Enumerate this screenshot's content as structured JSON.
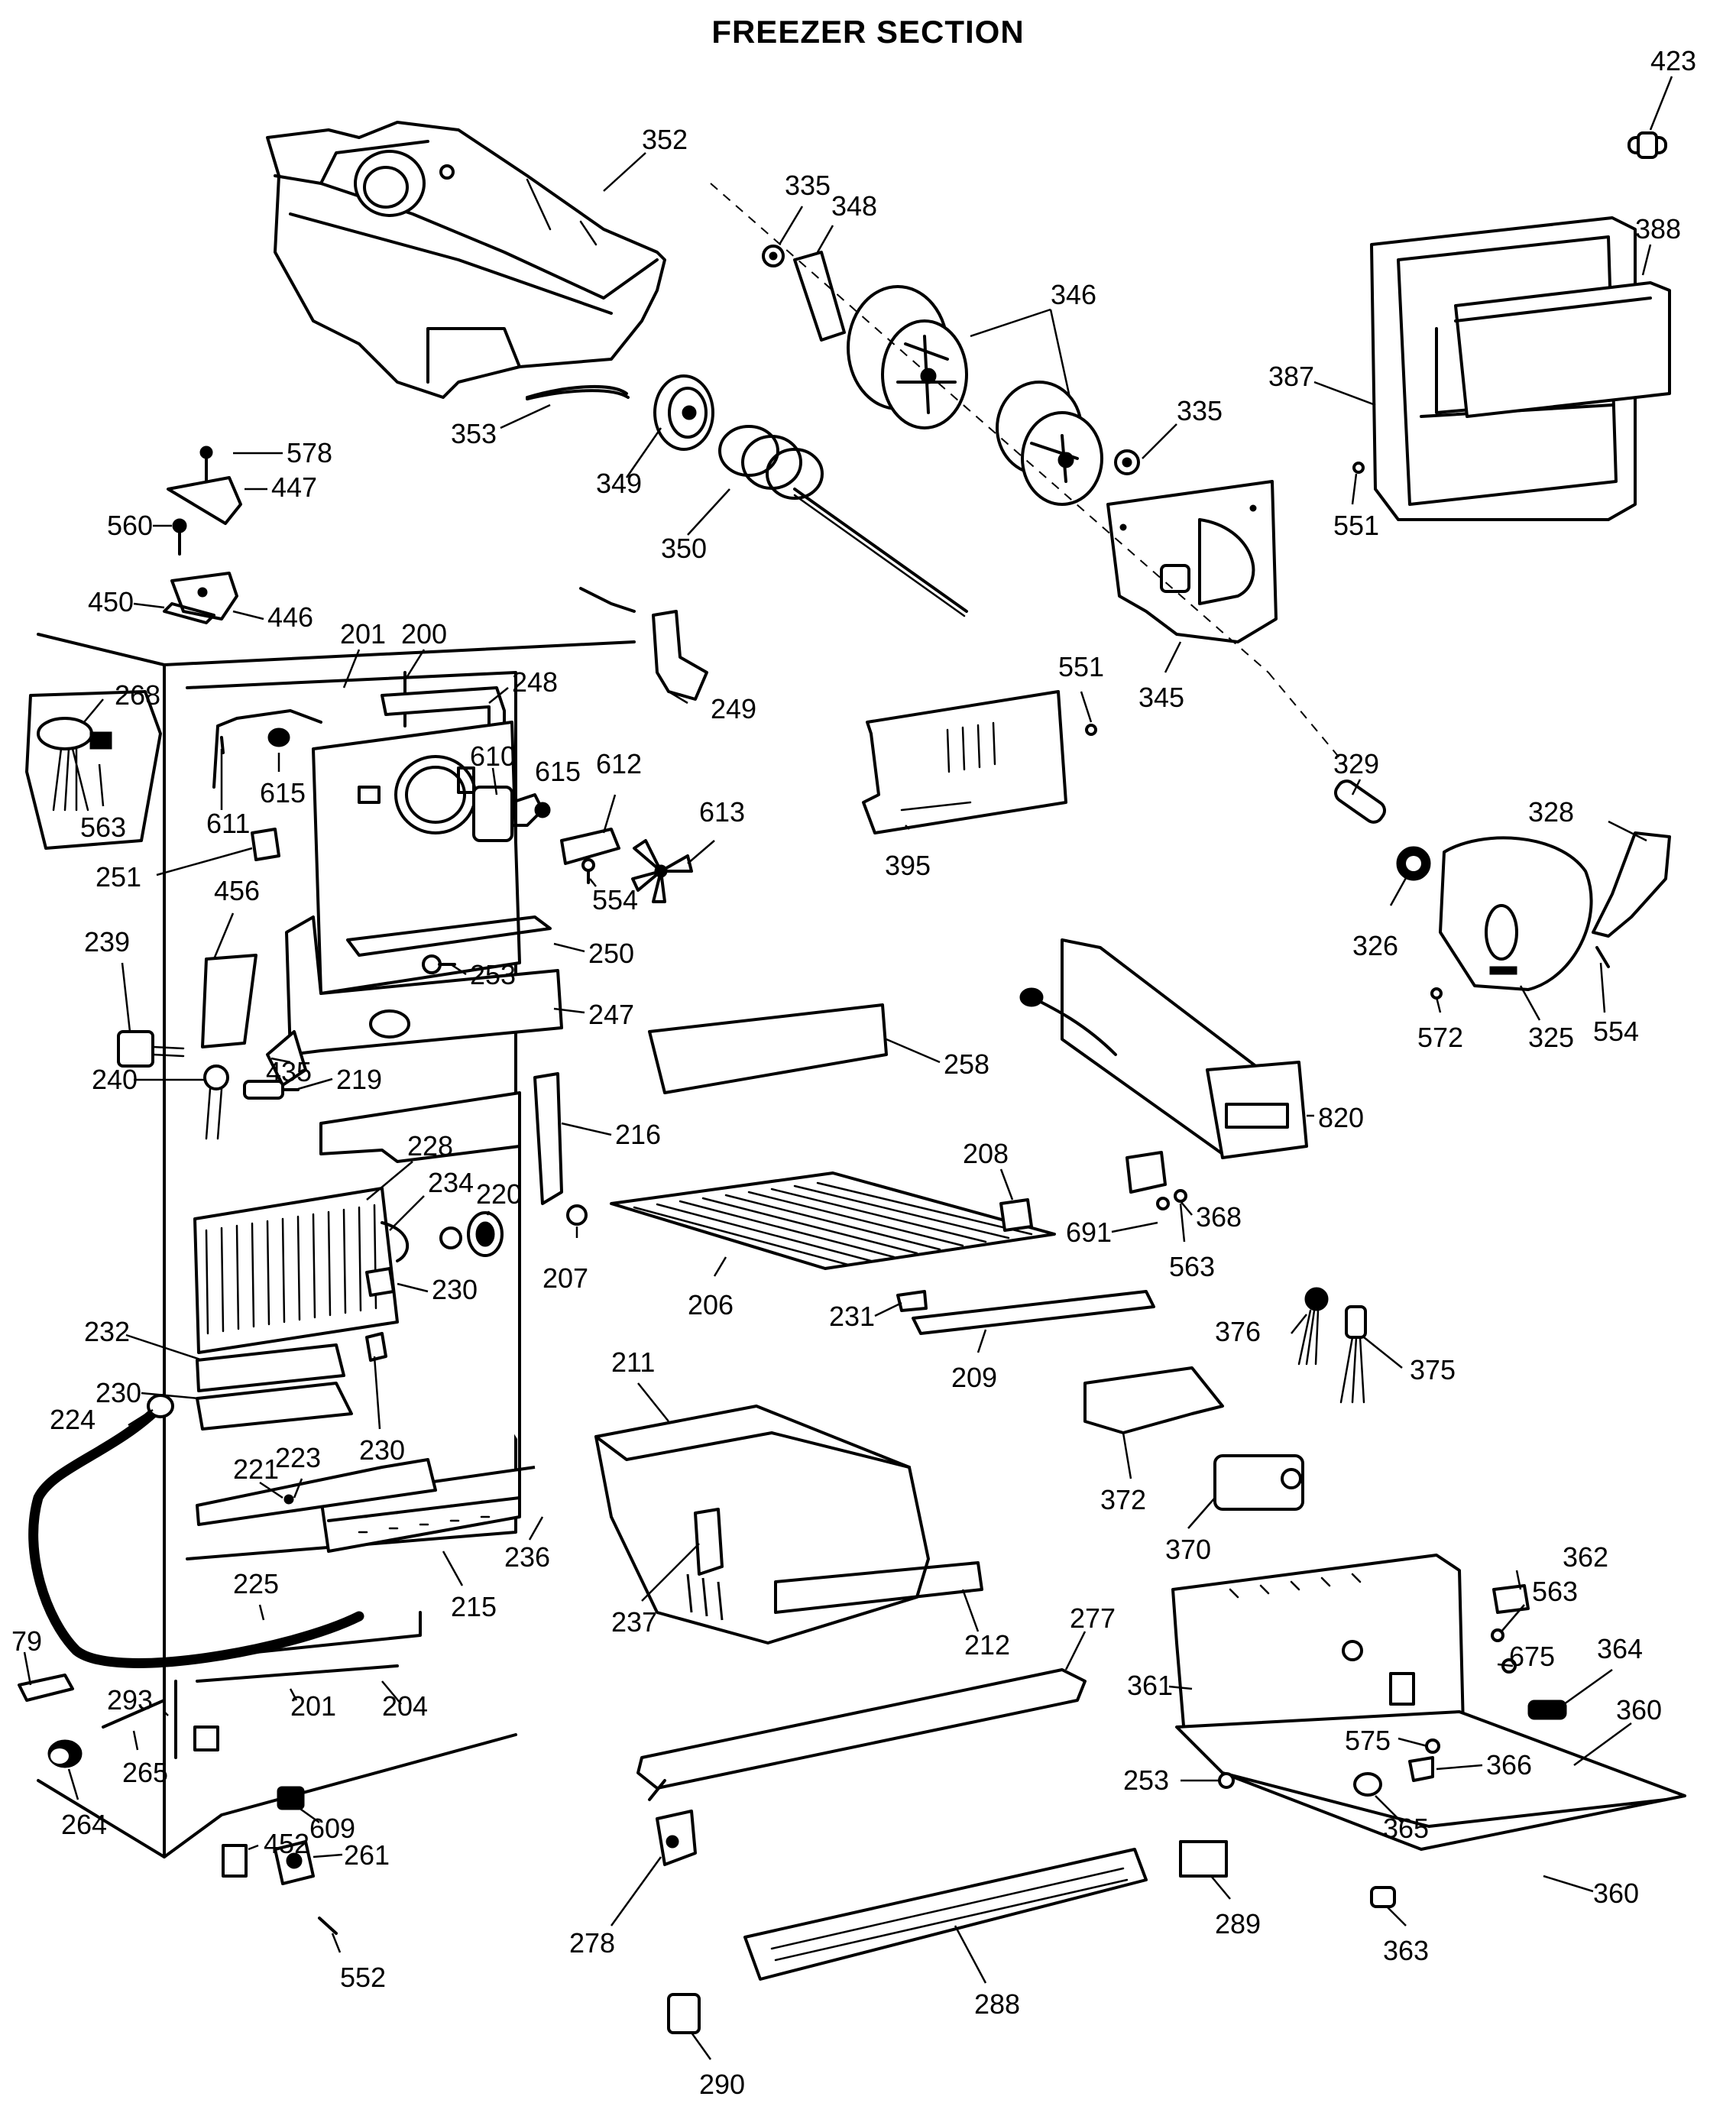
{
  "title": "FREEZER SECTION",
  "part_labels": [
    {
      "id": "p423",
      "number": "423"
    },
    {
      "id": "p352",
      "number": "352"
    },
    {
      "id": "p335a",
      "number": "335"
    },
    {
      "id": "p348",
      "number": "348"
    },
    {
      "id": "p388",
      "number": "388"
    },
    {
      "id": "p346",
      "number": "346"
    },
    {
      "id": "p387",
      "number": "387"
    },
    {
      "id": "p335b",
      "number": "335"
    },
    {
      "id": "p353",
      "number": "353"
    },
    {
      "id": "p349",
      "number": "349"
    },
    {
      "id": "p578",
      "number": "578"
    },
    {
      "id": "p447",
      "number": "447"
    },
    {
      "id": "p551a",
      "number": "551"
    },
    {
      "id": "p560",
      "number": "560"
    },
    {
      "id": "p350",
      "number": "350"
    },
    {
      "id": "p450",
      "number": "450"
    },
    {
      "id": "p446",
      "number": "446"
    },
    {
      "id": "p201a",
      "number": "201"
    },
    {
      "id": "p200",
      "number": "200"
    },
    {
      "id": "p551b",
      "number": "551"
    },
    {
      "id": "p345",
      "number": "345"
    },
    {
      "id": "p268",
      "number": "268"
    },
    {
      "id": "p248",
      "number": "248"
    },
    {
      "id": "p249",
      "number": "249"
    },
    {
      "id": "p610",
      "number": "610"
    },
    {
      "id": "p329",
      "number": "329"
    },
    {
      "id": "p615a",
      "number": "615"
    },
    {
      "id": "p612",
      "number": "612"
    },
    {
      "id": "p615b",
      "number": "615"
    },
    {
      "id": "p563a",
      "number": "563"
    },
    {
      "id": "p611",
      "number": "611"
    },
    {
      "id": "p613",
      "number": "613"
    },
    {
      "id": "p328",
      "number": "328"
    },
    {
      "id": "p395",
      "number": "395"
    },
    {
      "id": "p251",
      "number": "251"
    },
    {
      "id": "p554a",
      "number": "554"
    },
    {
      "id": "p456",
      "number": "456"
    },
    {
      "id": "p326",
      "number": "326"
    },
    {
      "id": "p250",
      "number": "250"
    },
    {
      "id": "p239",
      "number": "239"
    },
    {
      "id": "p253a",
      "number": "253"
    },
    {
      "id": "p554b",
      "number": "554"
    },
    {
      "id": "p247",
      "number": "247"
    },
    {
      "id": "p572",
      "number": "572"
    },
    {
      "id": "p325",
      "number": "325"
    },
    {
      "id": "p435",
      "number": "435"
    },
    {
      "id": "p258",
      "number": "258"
    },
    {
      "id": "p240",
      "number": "240"
    },
    {
      "id": "p219",
      "number": "219"
    },
    {
      "id": "p820",
      "number": "820"
    },
    {
      "id": "p216",
      "number": "216"
    },
    {
      "id": "p228",
      "number": "228"
    },
    {
      "id": "p208",
      "number": "208"
    },
    {
      "id": "p234",
      "number": "234"
    },
    {
      "id": "p220",
      "number": "220"
    },
    {
      "id": "p368",
      "number": "368"
    },
    {
      "id": "p691",
      "number": "691"
    },
    {
      "id": "p207",
      "number": "207"
    },
    {
      "id": "p563b",
      "number": "563"
    },
    {
      "id": "p230a",
      "number": "230"
    },
    {
      "id": "p206",
      "number": "206"
    },
    {
      "id": "p231",
      "number": "231"
    },
    {
      "id": "p232",
      "number": "232"
    },
    {
      "id": "p376",
      "number": "376"
    },
    {
      "id": "p375",
      "number": "375"
    },
    {
      "id": "p211",
      "number": "211"
    },
    {
      "id": "p209",
      "number": "209"
    },
    {
      "id": "p230b",
      "number": "230"
    },
    {
      "id": "p224",
      "number": "224"
    },
    {
      "id": "p230c",
      "number": "230"
    },
    {
      "id": "p221",
      "number": "221"
    },
    {
      "id": "p223",
      "number": "223"
    },
    {
      "id": "p372",
      "number": "372"
    },
    {
      "id": "p370",
      "number": "370"
    },
    {
      "id": "p236",
      "number": "236"
    },
    {
      "id": "p362",
      "number": "362"
    },
    {
      "id": "p563c",
      "number": "563"
    },
    {
      "id": "p225",
      "number": "225"
    },
    {
      "id": "p215",
      "number": "215"
    },
    {
      "id": "p237",
      "number": "237"
    },
    {
      "id": "p212",
      "number": "212"
    },
    {
      "id": "p277",
      "number": "277"
    },
    {
      "id": "p675",
      "number": "675"
    },
    {
      "id": "p364",
      "number": "364"
    },
    {
      "id": "p79",
      "number": "79"
    },
    {
      "id": "p293",
      "number": "293"
    },
    {
      "id": "p201b",
      "number": "201"
    },
    {
      "id": "p204",
      "number": "204"
    },
    {
      "id": "p361",
      "number": "361"
    },
    {
      "id": "p360a",
      "number": "360"
    },
    {
      "id": "p575",
      "number": "575"
    },
    {
      "id": "p265",
      "number": "265"
    },
    {
      "id": "p253b",
      "number": "253"
    },
    {
      "id": "p366",
      "number": "366"
    },
    {
      "id": "p264",
      "number": "264"
    },
    {
      "id": "p609",
      "number": "609"
    },
    {
      "id": "p365",
      "number": "365"
    },
    {
      "id": "p452",
      "number": "452"
    },
    {
      "id": "p261",
      "number": "261"
    },
    {
      "id": "p360b",
      "number": "360"
    },
    {
      "id": "p278",
      "number": "278"
    },
    {
      "id": "p289",
      "number": "289"
    },
    {
      "id": "p363",
      "number": "363"
    },
    {
      "id": "p552",
      "number": "552"
    },
    {
      "id": "p288",
      "number": "288"
    },
    {
      "id": "p290",
      "number": "290"
    }
  ]
}
